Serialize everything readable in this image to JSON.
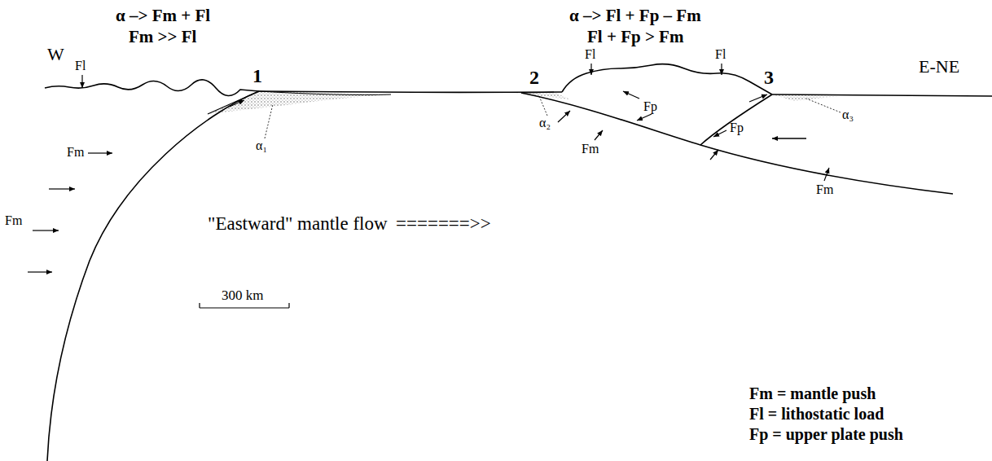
{
  "diagram": {
    "labels": [
      "α –> Fm + Fl",
      "Fm >> Fl",
      "α –> Fl + Fp – Fm",
      "Fl + Fp > Fm",
      "W",
      "E-NE",
      "Fl",
      "1",
      "α₁",
      "Fm",
      "Fm",
      "2",
      "Fl",
      "Fl",
      "3",
      "α₂",
      "Fp",
      "Fp",
      "α₃",
      "Fm",
      "Fm",
      "\"Eastward\" mantle flow",
      "=======>>",
      "300 km",
      "Fm = mantle push",
      "Fl = lithostatic load",
      "Fp = upper plate push"
    ]
  }
}
